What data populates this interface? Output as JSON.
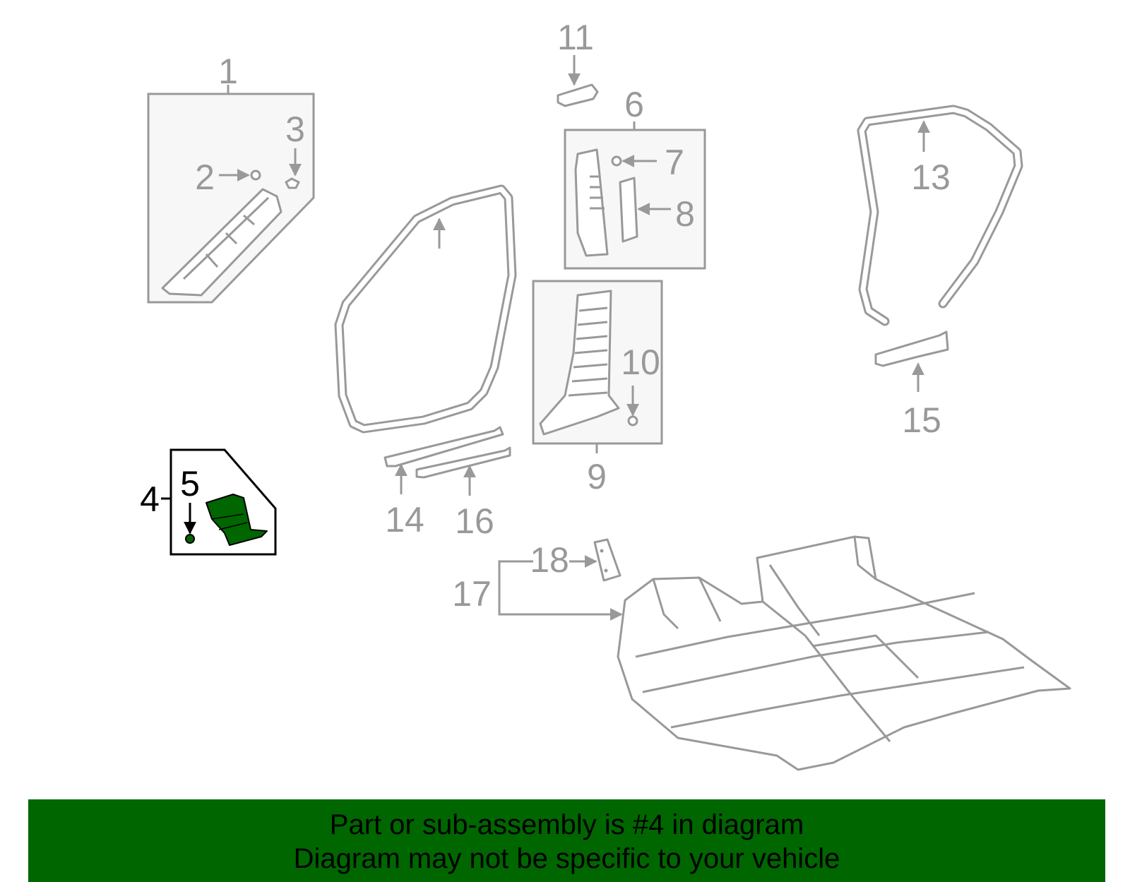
{
  "diagram": {
    "callouts": {
      "c1": "1",
      "c2": "2",
      "c3": "3",
      "c4": "4",
      "c5": "5",
      "c6": "6",
      "c7": "7",
      "c8": "8",
      "c9": "9",
      "c10": "10",
      "c11": "11",
      "c13": "13",
      "c14": "14",
      "c15": "15",
      "c16": "16",
      "c17": "17",
      "c18": "18"
    },
    "highlighted_callout": "4",
    "colors": {
      "line": "#999999",
      "highlight_part": "#006600",
      "highlight_text": "#000000",
      "banner_background": "#006600"
    }
  },
  "banner": {
    "line1": "Part or sub-assembly is #4 in diagram",
    "line2": "Diagram may not be specific to your vehicle"
  }
}
